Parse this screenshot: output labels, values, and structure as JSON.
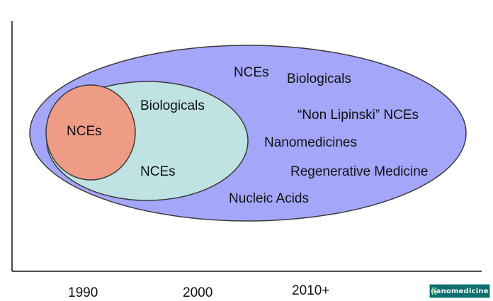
{
  "colors": {
    "outer_ellipse": "#a4a6fa",
    "middle_ellipse": "#bfe2e2",
    "inner_circle": "#ee9c86",
    "outline": "#3a3a3a",
    "axis": "#111111"
  },
  "circles": {
    "inner": {
      "labels": [
        "NCEs"
      ]
    },
    "middle": {
      "labels": [
        "Biologicals",
        "NCEs"
      ]
    },
    "outer": {
      "labels": [
        "NCEs",
        "Biologicals",
        "“Non Lipinski” NCEs",
        "Nanomedicines",
        "Regenerative Medicine",
        "Nucleic Acids"
      ]
    }
  },
  "x_axis": {
    "ticks": [
      "1990",
      "2000",
      "2010+"
    ]
  },
  "logo": {
    "text": "nanomedicine",
    "icon": "nanomedicine-logo-icon"
  }
}
